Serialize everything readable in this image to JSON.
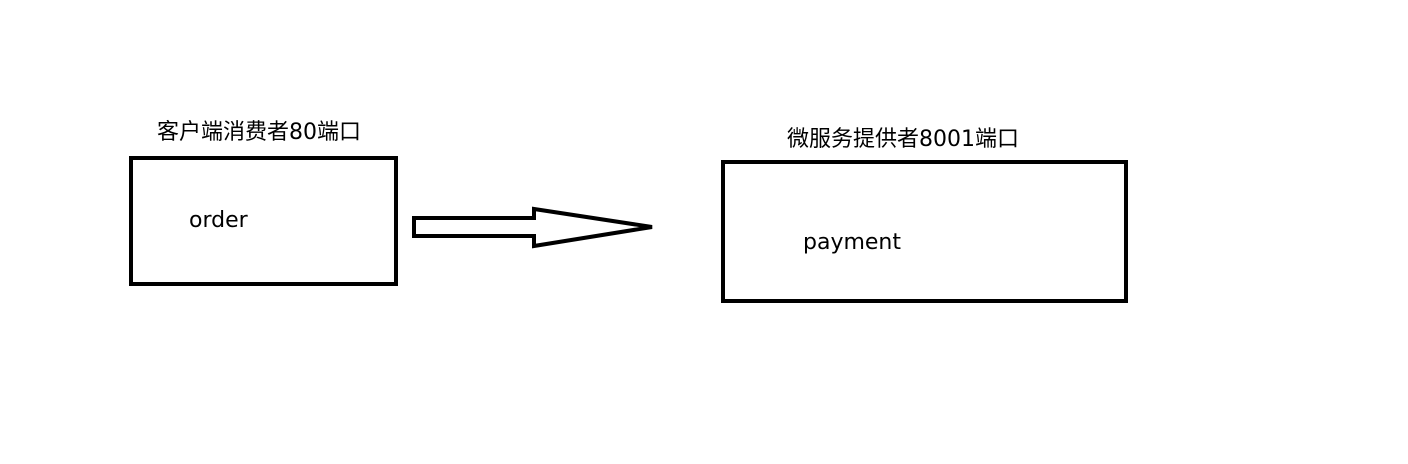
{
  "client": {
    "caption": "客户端消费者80端口",
    "label": "order"
  },
  "provider": {
    "caption": "微服务提供者8001端口",
    "label": "payment"
  },
  "arrow": {
    "direction": "right",
    "color": "#000000"
  }
}
